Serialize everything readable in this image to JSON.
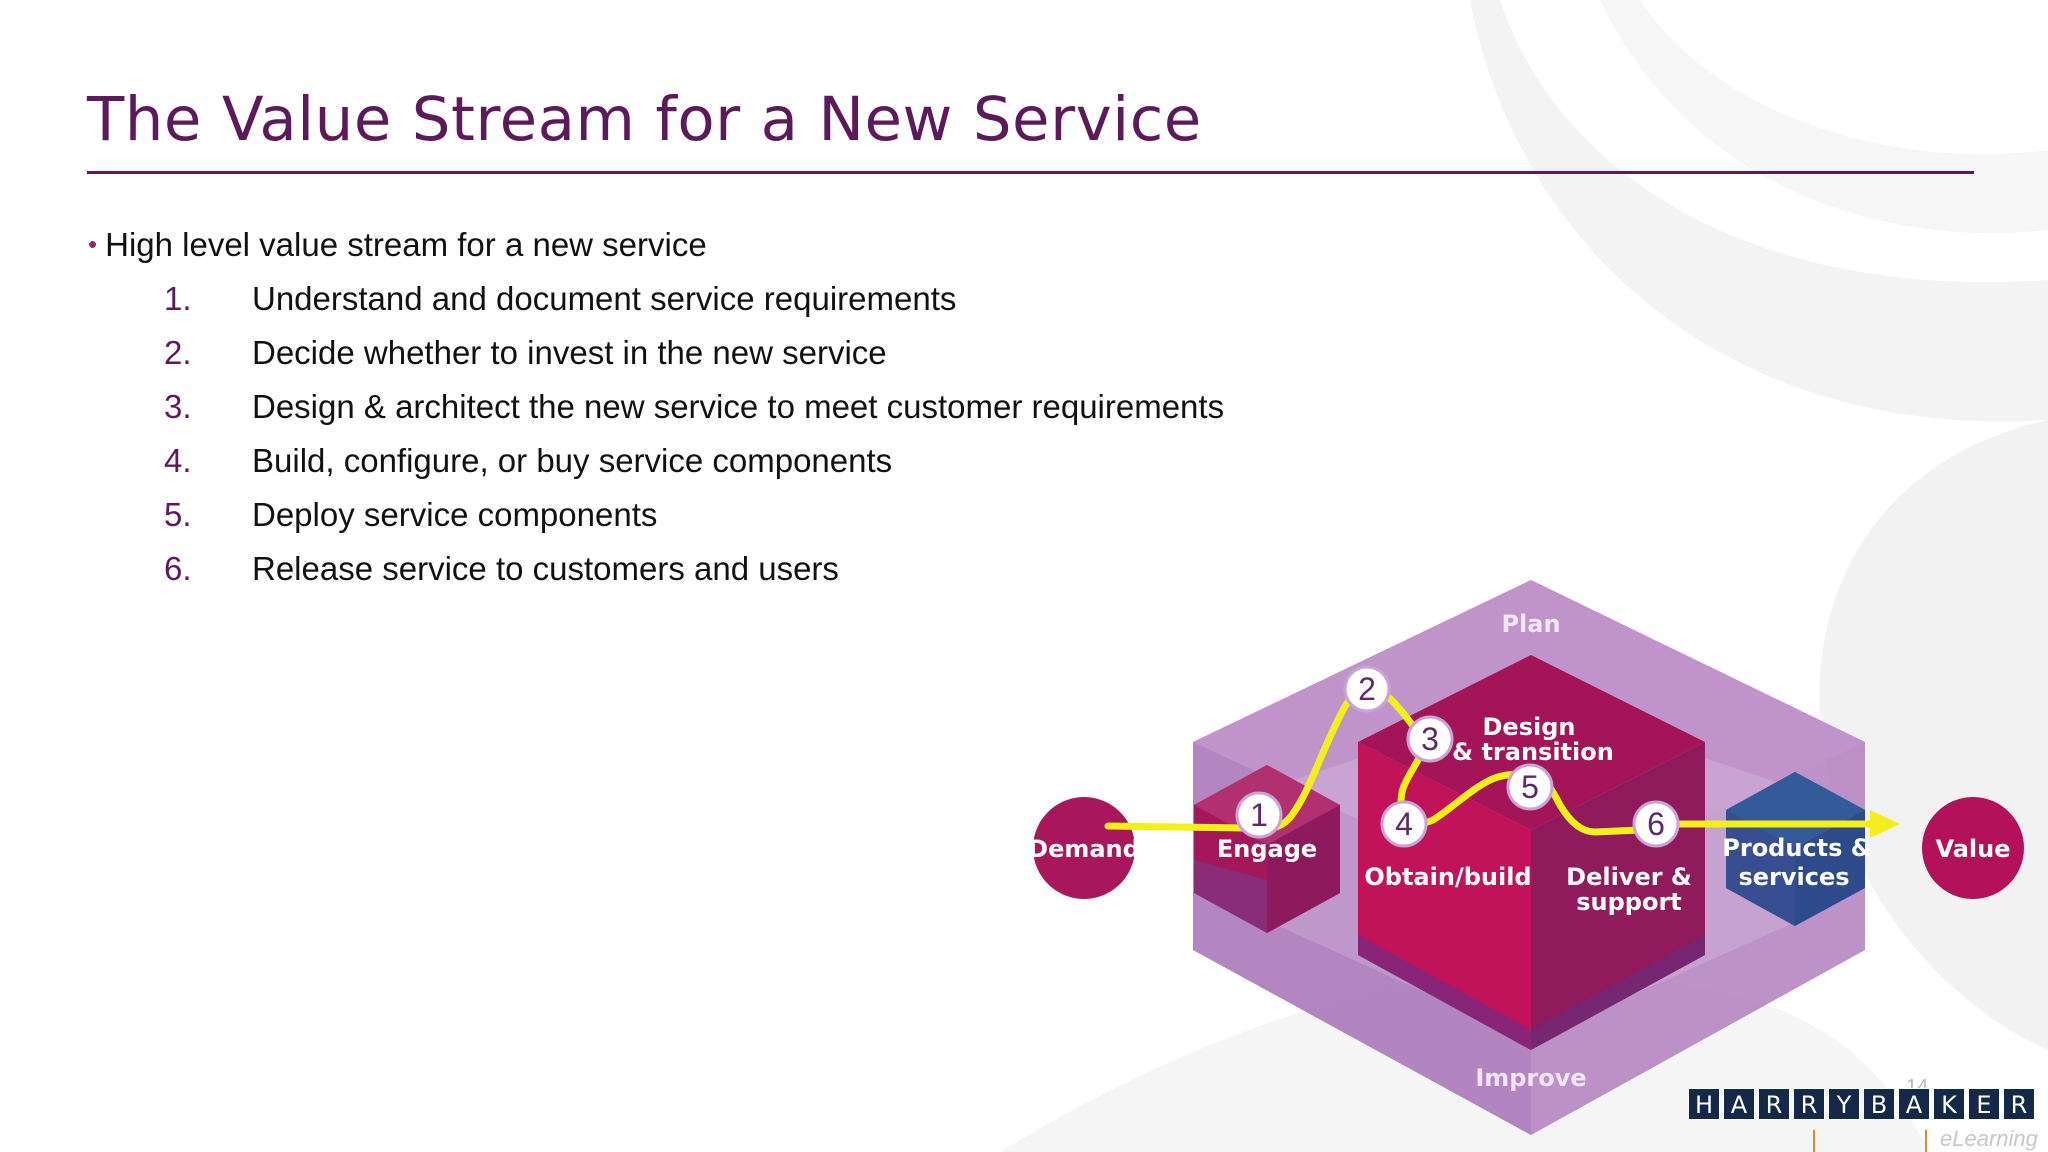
{
  "title": "The Value Stream for a New Service",
  "main_bullet": "High level value stream for a new service",
  "steps": [
    {
      "num": "1.",
      "text": "Understand and document service requirements"
    },
    {
      "num": "2.",
      "text": "Decide whether to invest in the new service"
    },
    {
      "num": "3.",
      "text": "Design & architect the new service to meet customer requirements"
    },
    {
      "num": "4.",
      "text": "Build, configure, or buy service components"
    },
    {
      "num": "5.",
      "text": "Deploy service components"
    },
    {
      "num": "6.",
      "text": "Release service to customers and users"
    }
  ],
  "diagram": {
    "plan": "Plan",
    "improve": "Improve",
    "demand": "Demand",
    "value": "Value",
    "engage": "Engage",
    "design_line1": "Design",
    "design_line2": "& transition",
    "obtain": "Obtain/build",
    "deliver_line1": "Deliver &",
    "deliver_line2": "support",
    "products_line1": "Products &",
    "products_line2": "services",
    "markers": [
      "1",
      "2",
      "3",
      "4",
      "5",
      "6"
    ]
  },
  "page_number": "14",
  "logo": {
    "letters": [
      "H",
      "A",
      "R",
      "R",
      "Y",
      "B",
      "A",
      "K",
      "E",
      "R"
    ],
    "sub": "eLearning"
  },
  "colors": {
    "title": "#5c1a5a",
    "plan_hex": "#b27fc0",
    "magenta": "#c0135a",
    "crimson": "#a4175a",
    "products": "#2d4a8a",
    "stream": "#f2ef1a",
    "logo_box": "#14294a"
  }
}
